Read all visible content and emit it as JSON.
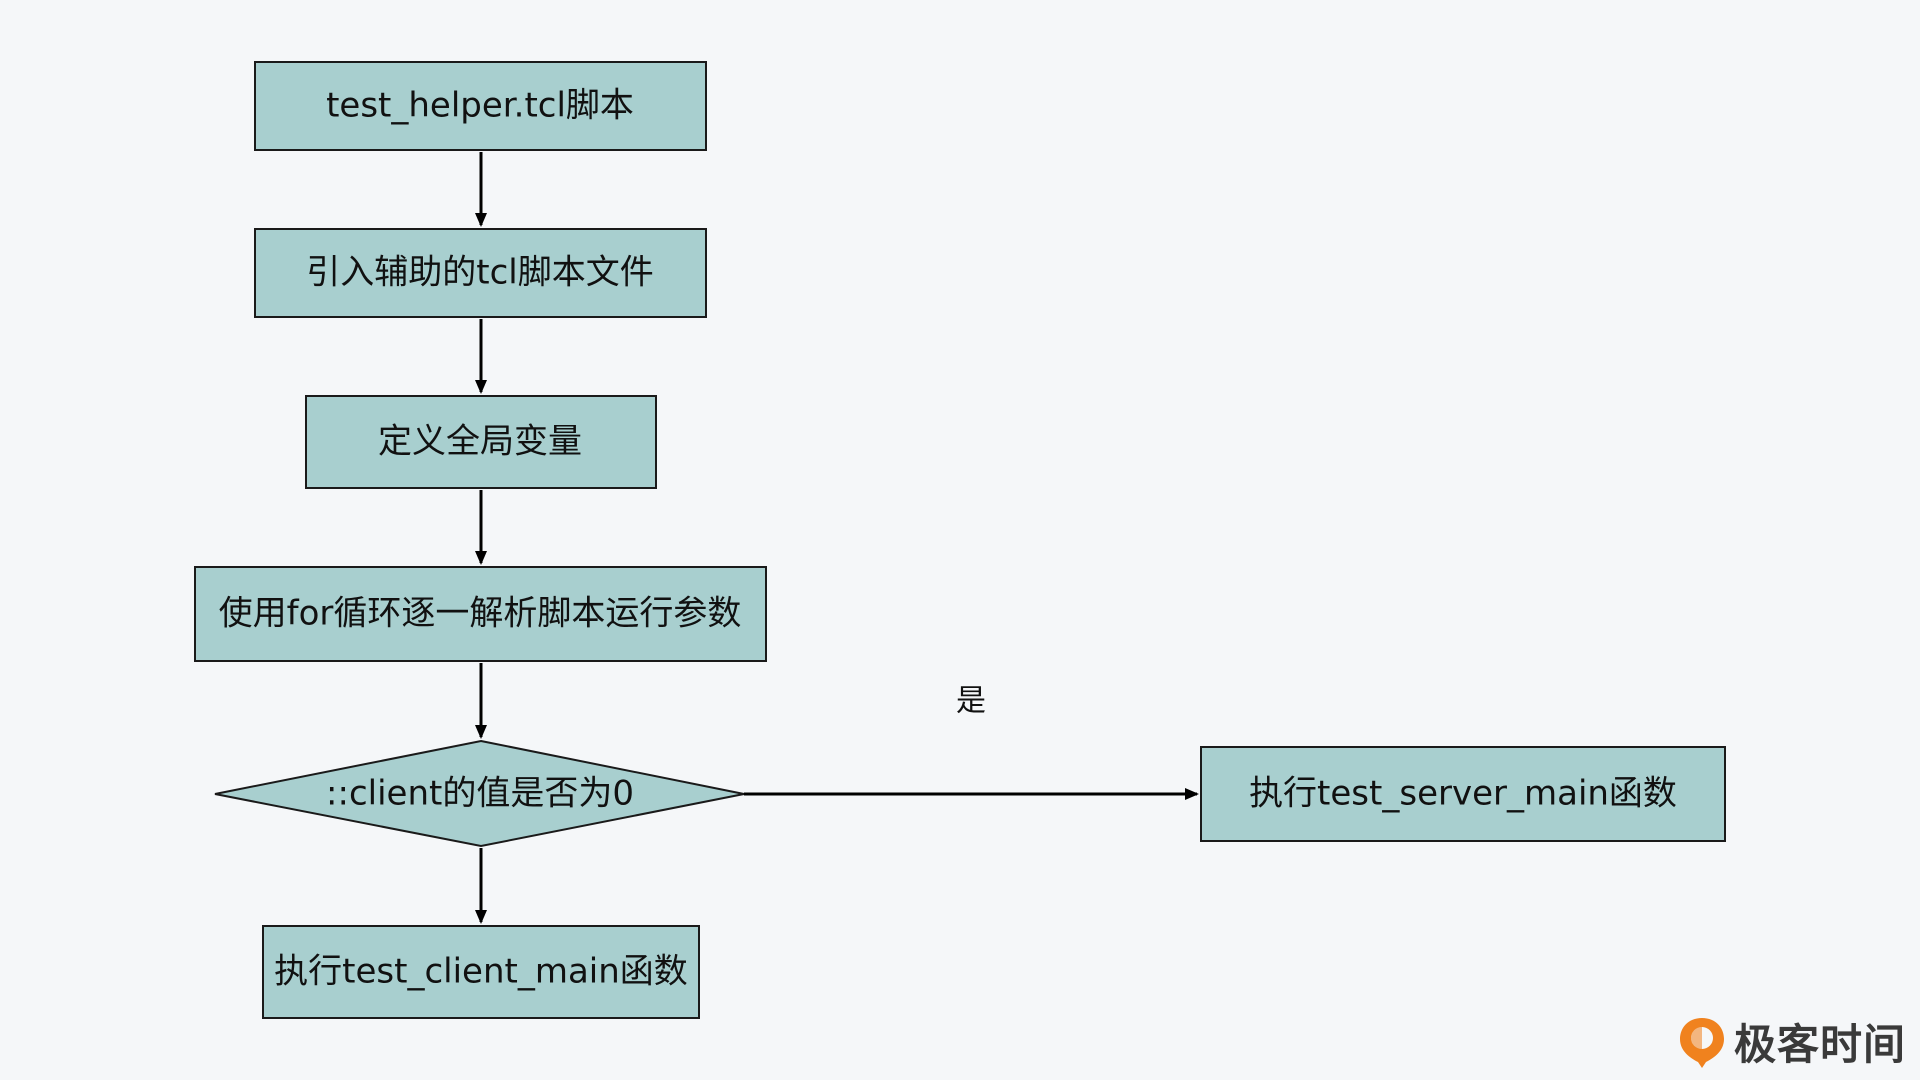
{
  "nodes": {
    "start": {
      "label": "test_helper.tcl脚本"
    },
    "include": {
      "label": "引入辅助的tcl脚本文件"
    },
    "globals": {
      "label": "定义全局变量"
    },
    "parse": {
      "label": "使用for循环逐一解析脚本运行参数"
    },
    "decision": {
      "label": "::client的值是否为0"
    },
    "server": {
      "label": "执行test_server_main函数"
    },
    "client": {
      "label": "执行test_client_main函数"
    }
  },
  "edges": {
    "yes_label": "是"
  },
  "brand": {
    "name": "极客时间",
    "icon": "geektime-logo-icon",
    "accent_color": "#f0821e"
  },
  "colors": {
    "node_fill": "#a8cfcf",
    "node_stroke": "#1a1a1a",
    "background": "#f5f7f9"
  }
}
